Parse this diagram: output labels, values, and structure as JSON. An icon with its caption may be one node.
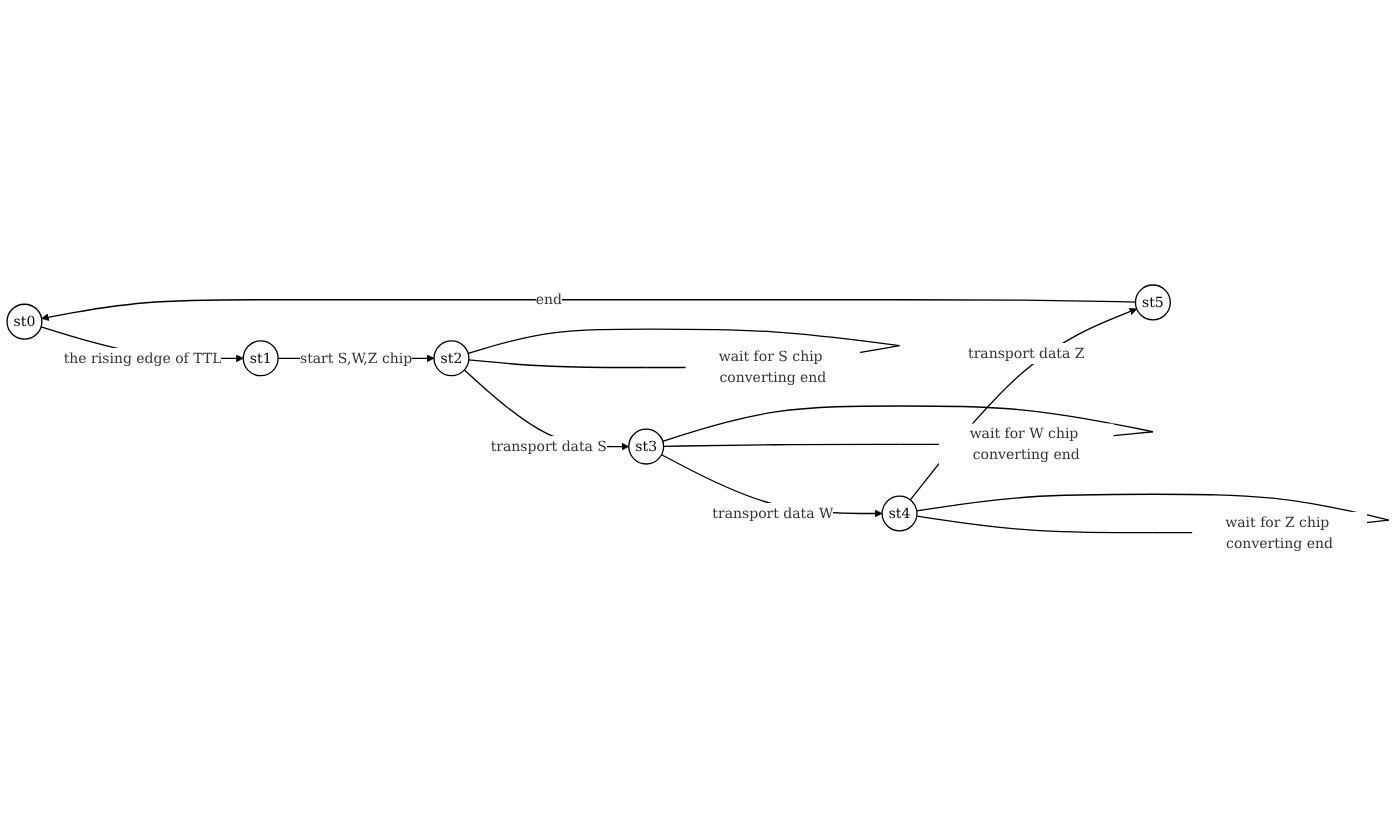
{
  "diagram": {
    "nodes": [
      {
        "text": [
          "st0"
        ]
      },
      {
        "text": [
          "st1"
        ]
      },
      {
        "text": [
          "st2"
        ]
      },
      {
        "text": [
          "st3"
        ]
      },
      {
        "text": [
          "st4"
        ]
      },
      {
        "text": [
          "st5"
        ]
      }
    ],
    "edges": [
      {
        "from": 0,
        "to": 1,
        "arrow": "to",
        "label": "the rising edge of TTL"
      },
      {
        "from": 1,
        "to": 2,
        "arrow": "to",
        "label": "start S,W,Z chip"
      },
      {
        "from": 2,
        "to": 2,
        "arrow": "none",
        "label": "wait for S chip converting end"
      },
      {
        "from": 2,
        "to": 3,
        "arrow": "to",
        "label": "transport data S"
      },
      {
        "from": 3,
        "to": 3,
        "arrow": "none",
        "label": "wait for W chip converting end"
      },
      {
        "from": 3,
        "to": 4,
        "arrow": "to",
        "label": "transport data W"
      },
      {
        "from": 4,
        "to": 4,
        "arrow": "none",
        "label": "wait for Z chip converting end"
      },
      {
        "from": 4,
        "to": 5,
        "arrow": "to",
        "label": "transport data Z"
      },
      {
        "from": 5,
        "to": 0,
        "arrow": "to",
        "label": "end"
      }
    ]
  }
}
